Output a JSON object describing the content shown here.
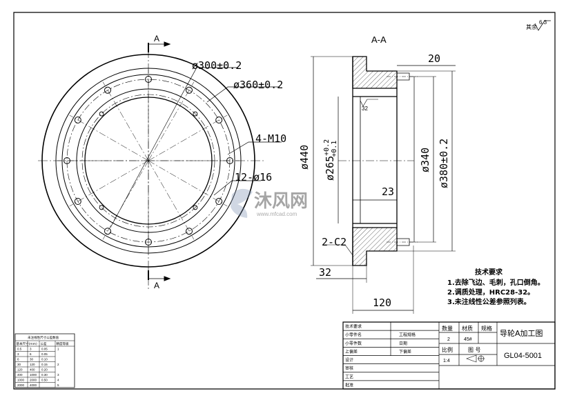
{
  "roughness": {
    "prefix": "其余",
    "value": "6.3"
  },
  "front_view": {
    "section_marks": [
      "A",
      "A"
    ],
    "dims": {
      "d300": "ø300±0.2",
      "d360": "ø360±0.2",
      "thread": "4-M10",
      "holes": "12-ø16"
    }
  },
  "section_view": {
    "title": "A-A",
    "dims": {
      "d440": "ø440",
      "d265_base": "ø265",
      "d265_upper": "+0.2",
      "d265_lower": "+0.1",
      "d340": "ø340",
      "d380": "ø380±0.2",
      "w20": "20",
      "w23": "23",
      "w32": "32",
      "w120": "120",
      "chamfer": "2-C2",
      "inner_rough": "32"
    }
  },
  "watermark": {
    "brand": "沐风网",
    "url": "www.mfcad.com"
  },
  "tech_req": {
    "title": "技术要求",
    "items": [
      "1.去除飞边、毛刺，孔口倒角。",
      "2.调质处理，HRC28-32。",
      "3.未注线性公差参照列表。"
    ]
  },
  "title_block": {
    "left_labels": [
      "技术要求",
      "小零件名",
      "小零件数",
      "上偏差",
      "设计",
      "审核",
      "工艺",
      "批准"
    ],
    "mid_labels": [
      "工程规格",
      "日期",
      "下偏差"
    ],
    "qty_label": "数量",
    "qty_value": "2",
    "material_label": "材质",
    "material_value": "45#",
    "spec_label": "规格",
    "scale_label": "比例",
    "scale_value": "1:4",
    "drawing_no_label": "图 号",
    "drawing_name": "导轮A加工图",
    "drawing_no": "GL04-5001"
  },
  "tolerance_table": {
    "title": "未注线性尺寸公差数值",
    "headers": [
      "基本尺寸(mm)",
      "",
      "公差",
      "精度等级"
    ],
    "rows": [
      [
        "0.5",
        "3",
        "0.05",
        "1"
      ],
      [
        "3",
        "6",
        "0.05",
        ""
      ],
      [
        "6",
        "30",
        "0.10",
        ""
      ],
      [
        "30",
        "120",
        "0.15",
        "2"
      ],
      [
        "120",
        "400",
        "0.20",
        ""
      ],
      [
        "400",
        "1000",
        "0.30",
        "3"
      ],
      [
        "1000",
        "2000",
        "0.50",
        "4"
      ],
      [
        "2000",
        "4000",
        "",
        "5"
      ]
    ]
  }
}
